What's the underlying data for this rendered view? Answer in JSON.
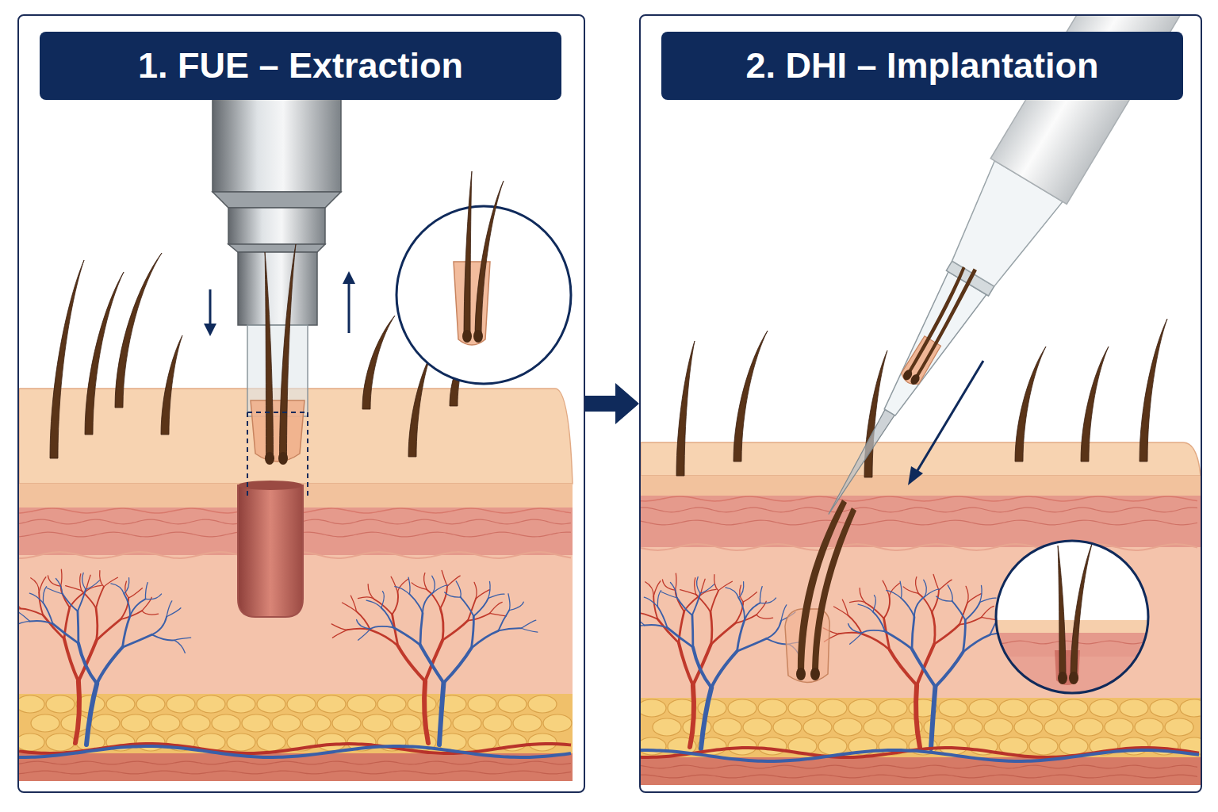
{
  "diagram": {
    "nodes": [
      {
        "text": [
          "1. FUE – Extraction"
        ]
      },
      {
        "text": [
          "2. DHI – Implantation"
        ]
      }
    ],
    "edges": [
      {
        "from": 0,
        "to": 1,
        "arrow": "to"
      }
    ]
  }
}
